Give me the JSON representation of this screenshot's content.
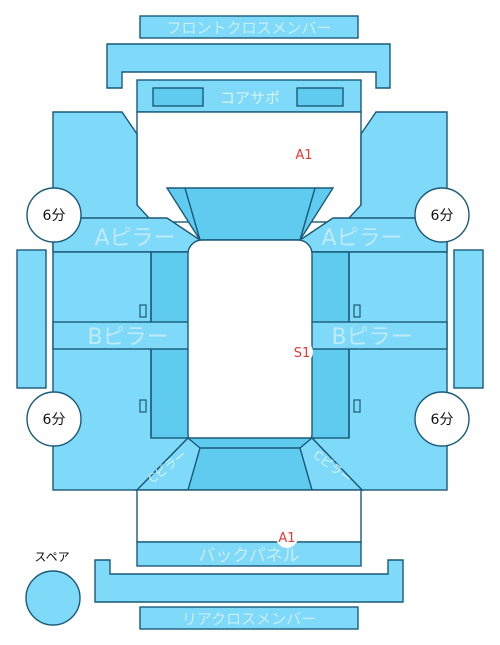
{
  "labels": {
    "front_cross_member": "フロントクロスメンバー",
    "core_support": "コアサポ",
    "a_pillar_left": "Aピラー",
    "a_pillar_right": "Aピラー",
    "b_pillar_left": "Bピラー",
    "b_pillar_right": "Bピラー",
    "back_panel": "バックパネル",
    "rear_cross_member": "リアクロスメンバー",
    "c_pillar_left": "Cピラー",
    "c_pillar_right": "Cピラー",
    "spare": "スペア"
  },
  "damage_marks": {
    "front": "A1",
    "center": "S1",
    "rear": "A1"
  },
  "wheel_badges": {
    "front_left": "6分",
    "front_right": "6分",
    "rear_left": "6分",
    "rear_right": "6分"
  },
  "colors": {
    "panel_fill": "#7fd9f8",
    "panel_dark": "#5fcbef",
    "outline": "#1a5a7a",
    "damage_text": "#e53935"
  }
}
